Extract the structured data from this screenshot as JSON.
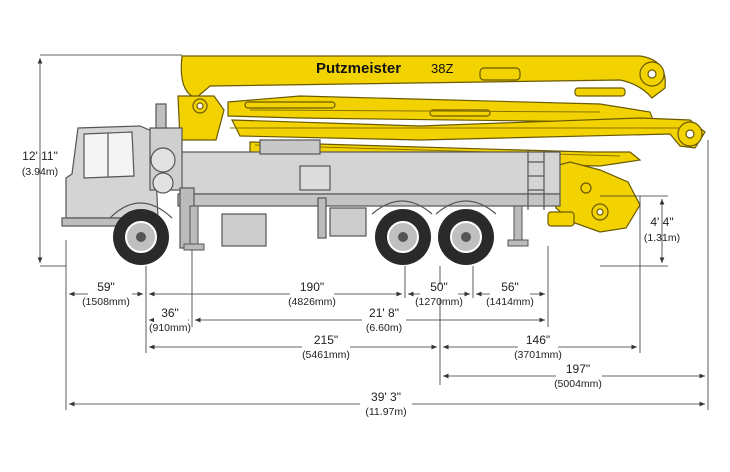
{
  "brand": {
    "name": "Putzmeister",
    "model": "38Z"
  },
  "colors": {
    "boom": "#f2d200",
    "boom_stroke": "#6b5a00",
    "truck": "#d4d4d4",
    "truck_stroke": "#555555",
    "tire": "#2a2a2a",
    "line": "#333333"
  },
  "dimensions": {
    "height_total": {
      "imperial": "12' 11\"",
      "metric": "(3.94m)"
    },
    "outrigger_height": {
      "imperial": "4' 4\"",
      "metric": "(1.31m)"
    },
    "front_overhang": {
      "imperial": "59\"",
      "metric": "(1508mm)"
    },
    "front_axle_to_outrigger": {
      "imperial": "36\"",
      "metric": "(910mm)"
    },
    "wheelbase": {
      "imperial": "190\"",
      "metric": "(4826mm)"
    },
    "axle_spacing": {
      "imperial": "50\"",
      "metric": "(1270mm)"
    },
    "rear_axle_to_outrigger": {
      "imperial": "56\"",
      "metric": "(1414mm)"
    },
    "outrigger_spread": {
      "imperial": "21' 8\"",
      "metric": "(6.60m)"
    },
    "front_axle_to_center": {
      "imperial": "215\"",
      "metric": "(5461mm)"
    },
    "center_to_rear_boom": {
      "imperial": "146\"",
      "metric": "(3701mm)"
    },
    "center_to_rear": {
      "imperial": "197\"",
      "metric": "(5004mm)"
    },
    "overall_length": {
      "imperial": "39' 3\"",
      "metric": "(11.97m)"
    }
  }
}
